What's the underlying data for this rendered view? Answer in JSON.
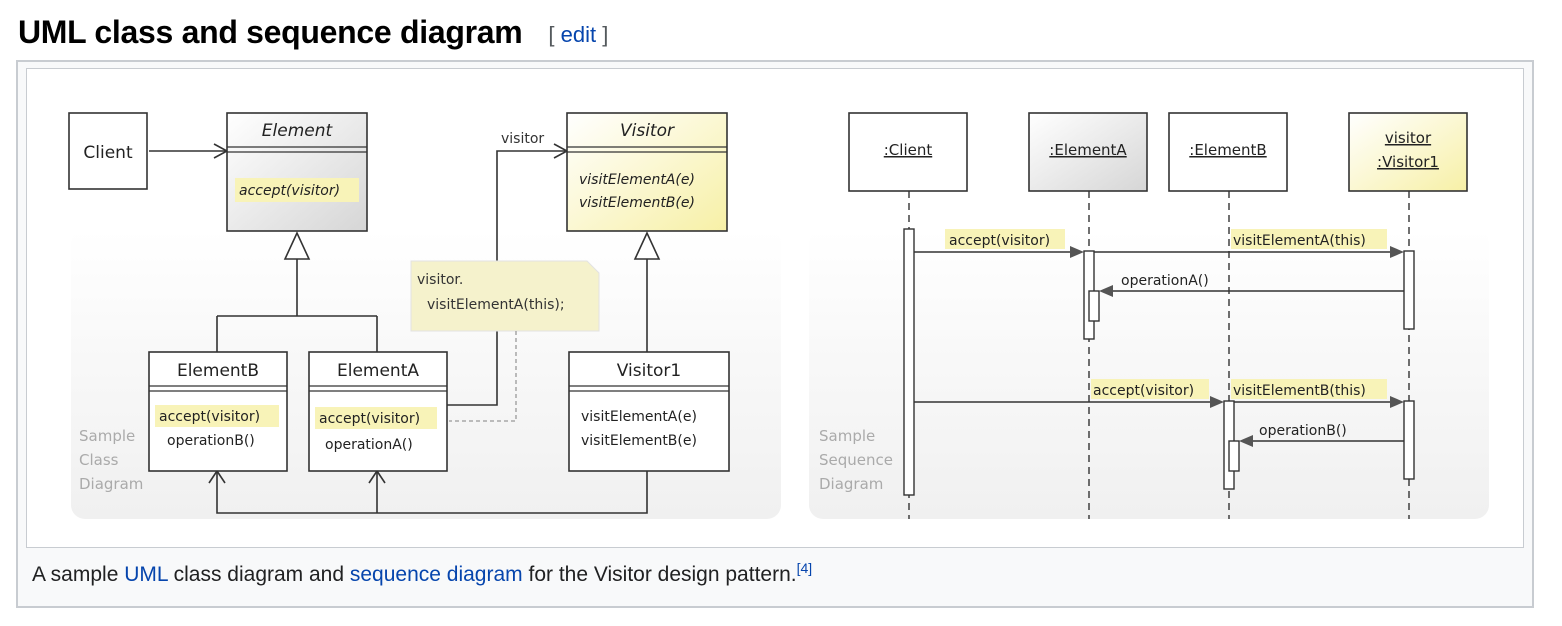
{
  "section": {
    "title": "UML class and sequence diagram",
    "edit_open": "[",
    "edit_label": "edit",
    "edit_close": "]"
  },
  "class_diagram": {
    "client": "Client",
    "element": {
      "name": "Element",
      "op": "accept(visitor)"
    },
    "visitor": {
      "name": "Visitor",
      "ops": [
        "visitElementA(e)",
        "visitElementB(e)"
      ]
    },
    "assoc_label": "visitor",
    "note": [
      "visitor.",
      "visitElementA(this);"
    ],
    "elementB": {
      "name": "ElementB",
      "ops": [
        "accept(visitor)",
        "operationB()"
      ]
    },
    "elementA": {
      "name": "ElementA",
      "ops": [
        "accept(visitor)",
        "operationA()"
      ]
    },
    "visitor1": {
      "name": "Visitor1",
      "ops": [
        "visitElementA(e)",
        "visitElementB(e)"
      ]
    },
    "watermark": [
      "Sample",
      "Class",
      "Diagram"
    ]
  },
  "sequence_diagram": {
    "lifelines": [
      ":Client",
      ":ElementA",
      ":ElementB",
      "visitor",
      ":Visitor1"
    ],
    "messages": {
      "m1": "accept(visitor)",
      "m2": "visitElementA(this)",
      "m3": "operationA()",
      "m4": "accept(visitor)",
      "m5": "visitElementB(this)",
      "m6": "operationB()"
    },
    "watermark": [
      "Sample",
      "Sequence",
      "Diagram"
    ]
  },
  "caption": {
    "part1": "A sample ",
    "link_uml": "UML",
    "part2": " class diagram and ",
    "link_seq": "sequence diagram",
    "part3": " for the Visitor design pattern.",
    "ref": "[4]"
  }
}
